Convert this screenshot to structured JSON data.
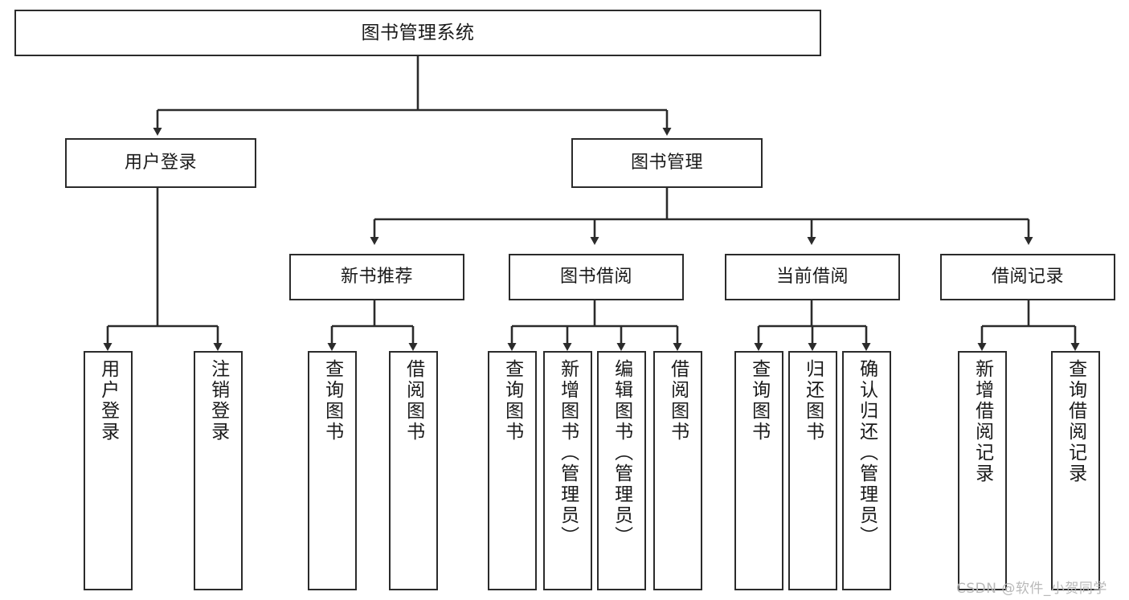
{
  "diagram": {
    "title": "图书管理系统",
    "type": "hierarchy-tree",
    "orientation": "top-down",
    "colors": {
      "box_border": "#2b2b2b",
      "box_fill": "#ffffff",
      "connector": "#2b2b2b",
      "text": "#1a1a1a",
      "watermark": "#b9b9b9"
    },
    "levels": [
      {
        "level": 1,
        "nodes": [
          {
            "id": "root",
            "label": "图书管理系统",
            "orientation": "horizontal"
          }
        ]
      },
      {
        "level": 2,
        "nodes": [
          {
            "id": "user-login",
            "label": "用户登录",
            "orientation": "horizontal",
            "parent": "root"
          },
          {
            "id": "book-mgmt",
            "label": "图书管理",
            "orientation": "horizontal",
            "parent": "root"
          }
        ]
      },
      {
        "level": 3,
        "nodes": [
          {
            "id": "new-book-rec",
            "label": "新书推荐",
            "orientation": "horizontal",
            "parent": "book-mgmt"
          },
          {
            "id": "book-borrow",
            "label": "图书借阅",
            "orientation": "horizontal",
            "parent": "book-mgmt"
          },
          {
            "id": "current-borrow",
            "label": "当前借阅",
            "orientation": "horizontal",
            "parent": "book-mgmt"
          },
          {
            "id": "borrow-record",
            "label": "借阅记录",
            "orientation": "horizontal",
            "parent": "book-mgmt"
          }
        ]
      },
      {
        "level": 4,
        "nodes": [
          {
            "id": "leaf-user-login",
            "label": "用户登录",
            "orientation": "vertical",
            "parent": "user-login"
          },
          {
            "id": "leaf-user-logout",
            "label": "注销登录",
            "orientation": "vertical",
            "parent": "user-login"
          },
          {
            "id": "leaf-rec-query-book",
            "label": "查询图书",
            "orientation": "vertical",
            "parent": "new-book-rec"
          },
          {
            "id": "leaf-rec-borrow-book",
            "label": "借阅图书",
            "orientation": "vertical",
            "parent": "new-book-rec"
          },
          {
            "id": "leaf-borrow-query-book",
            "label": "查询图书",
            "orientation": "vertical",
            "parent": "book-borrow"
          },
          {
            "id": "leaf-borrow-add-book",
            "label": "新增图书（管理员）",
            "orientation": "vertical",
            "parent": "book-borrow"
          },
          {
            "id": "leaf-borrow-edit-book",
            "label": "编辑图书（管理员）",
            "orientation": "vertical",
            "parent": "book-borrow"
          },
          {
            "id": "leaf-borrow-borrow-book",
            "label": "借阅图书",
            "orientation": "vertical",
            "parent": "book-borrow"
          },
          {
            "id": "leaf-current-query-book",
            "label": "查询图书",
            "orientation": "vertical",
            "parent": "current-borrow"
          },
          {
            "id": "leaf-current-return-book",
            "label": "归还图书",
            "orientation": "vertical",
            "parent": "current-borrow"
          },
          {
            "id": "leaf-current-confirm-return",
            "label": "确认归还（管理员）",
            "orientation": "vertical",
            "parent": "current-borrow"
          },
          {
            "id": "leaf-record-add",
            "label": "新增借阅记录",
            "orientation": "vertical",
            "parent": "borrow-record"
          },
          {
            "id": "leaf-record-query",
            "label": "查询借阅记录",
            "orientation": "vertical",
            "parent": "borrow-record"
          }
        ]
      }
    ]
  },
  "watermark": {
    "text": "CSDN @软件_小贺同学"
  }
}
